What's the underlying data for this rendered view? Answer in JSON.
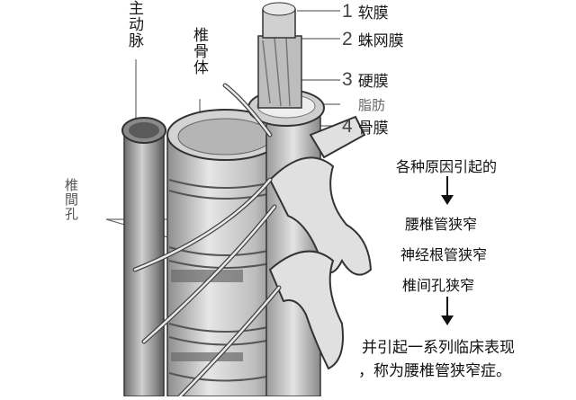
{
  "labels": {
    "aorta": "主动脉",
    "vertebral_body": "椎骨体",
    "intervertebral_foramen": "椎間孔"
  },
  "membranes": [
    {
      "num": "1",
      "label": "软膜"
    },
    {
      "num": "2",
      "label": "蛛网膜"
    },
    {
      "num": "3",
      "label": "硬膜"
    },
    {
      "num": "",
      "label": "脂肪"
    },
    {
      "num": "4",
      "label": "骨膜"
    }
  ],
  "flow": {
    "cause": "各种原因引起的",
    "items": [
      "腰椎管狭窄",
      "神经根管狭窄",
      "椎间孔狭窄"
    ],
    "result_line1": "并引起一系列临床表现",
    "result_line2": "，称为腰椎管狭窄症。"
  },
  "colors": {
    "ink": "#111111",
    "bone": "#d9d9d9",
    "shadow": "#7a7a7a",
    "dark": "#4a4a4a"
  }
}
